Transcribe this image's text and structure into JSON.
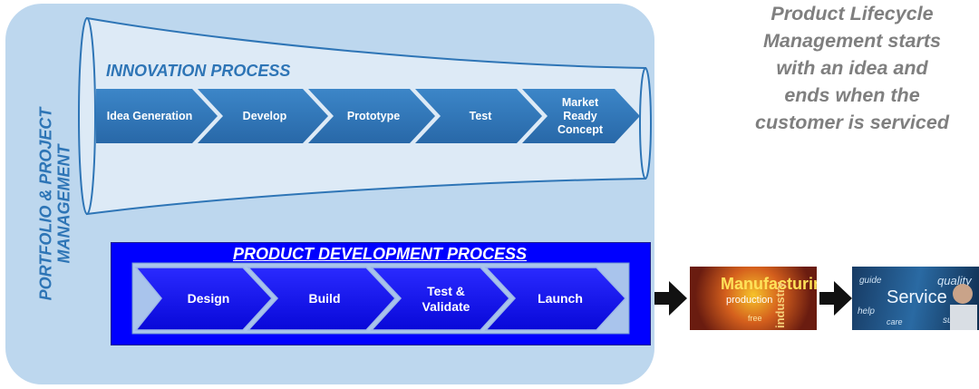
{
  "portfolio": {
    "label_line1": "PORTFOLIO & PROJECT",
    "label_line2": "MANAGEMENT"
  },
  "innovation": {
    "title": "INNOVATION PROCESS",
    "steps": [
      "Idea Generation",
      "Develop",
      "Prototype",
      "Test",
      "Market Ready Concept"
    ],
    "last_step_lines": [
      "Market",
      "Ready",
      "Concept"
    ]
  },
  "product_development": {
    "title": "PRODUCT DEVELOPMENT PROCESS",
    "steps": [
      "Design",
      "Build",
      "Test & Validate",
      "Launch"
    ],
    "step3_lines": [
      "Test &",
      "Validate"
    ]
  },
  "tagline": {
    "lines": [
      "Product Lifecycle",
      "Management starts",
      "with an idea and",
      "ends when the",
      "customer is serviced"
    ]
  },
  "images": {
    "manufacturing": {
      "word": "Manufacturing",
      "word2": "production",
      "word3": "industry",
      "word4": "free"
    },
    "service": {
      "word": "Service",
      "word2": "guide",
      "word3": "quality",
      "word4": "help",
      "word5": "care",
      "word6": "support"
    }
  },
  "colors": {
    "panel": "#bdd7ee",
    "innovation_chevron": "#2e75b6",
    "pdp_box": "#0000ff",
    "pdp_chevron": "#1a1aee",
    "tagline": "#7f7f7f"
  }
}
